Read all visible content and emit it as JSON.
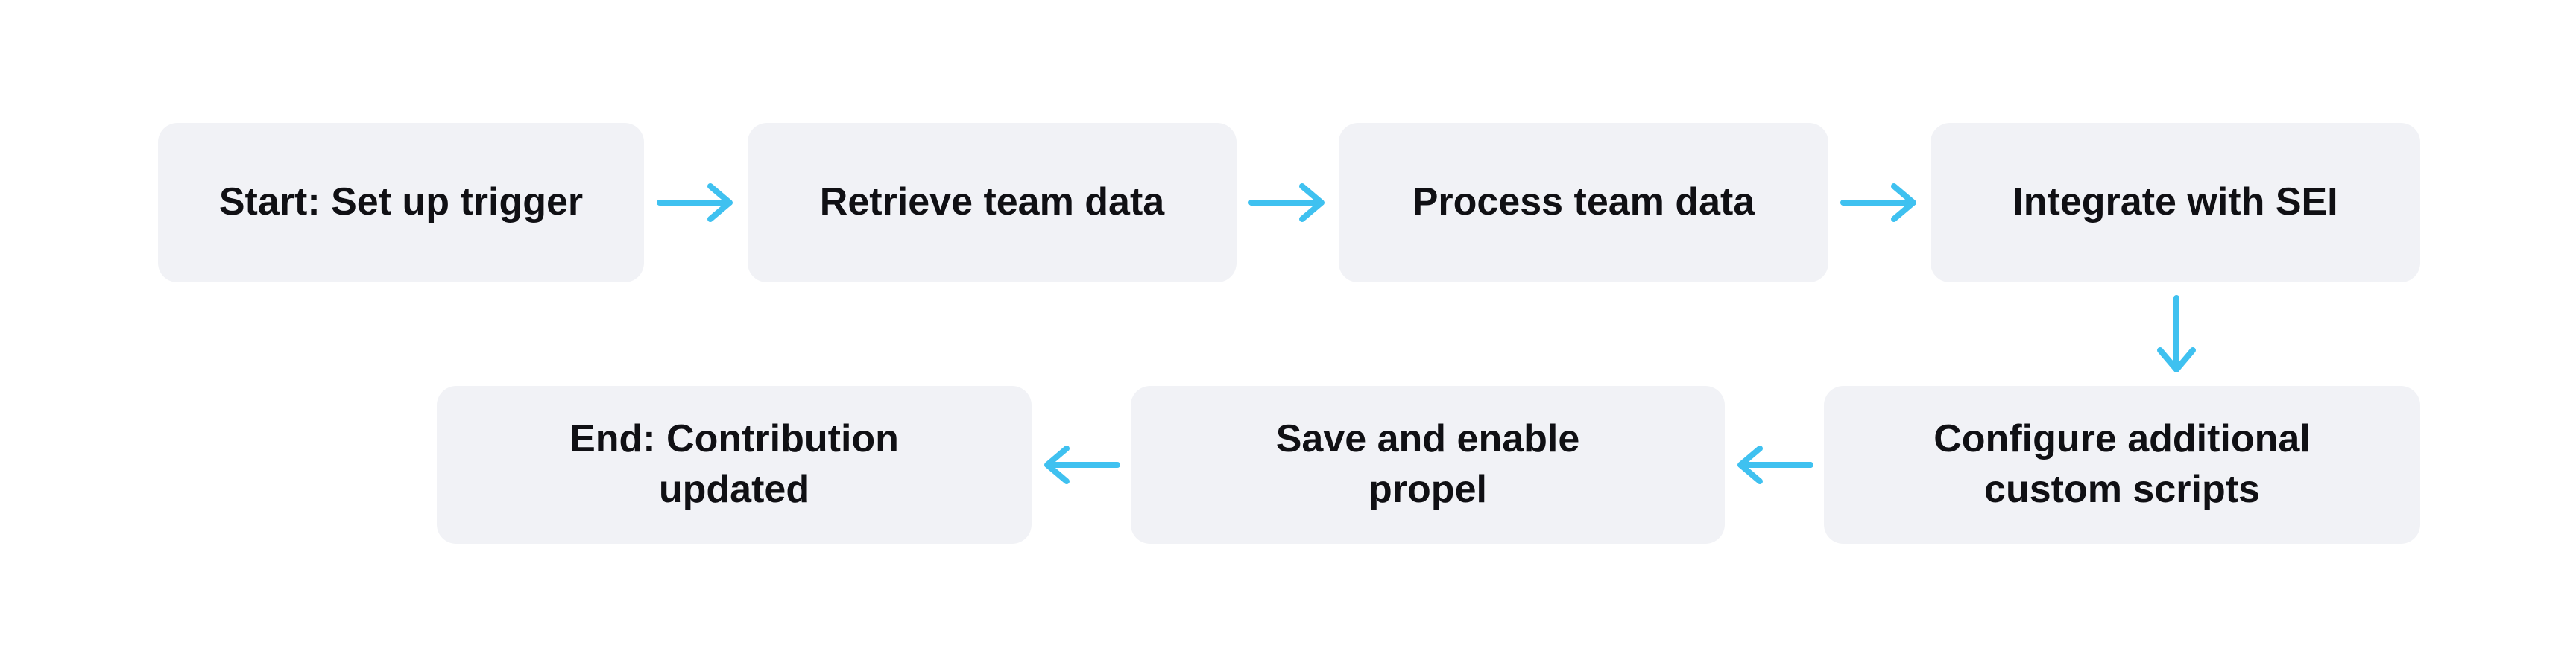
{
  "diagram": {
    "type": "flowchart",
    "colors": {
      "background": "#ffffff",
      "node_fill": "#f1f2f6",
      "arrow": "#3fc1f0",
      "text": "#101014"
    },
    "nodes": [
      {
        "id": "start",
        "label": "Start: Set up trigger"
      },
      {
        "id": "retrieve",
        "label": "Retrieve team data"
      },
      {
        "id": "process",
        "label": "Process team data"
      },
      {
        "id": "integrate",
        "label": "Integrate with SEI"
      },
      {
        "id": "configure",
        "label": "Configure additional custom scripts"
      },
      {
        "id": "save",
        "label": "Save and enable propel"
      },
      {
        "id": "end",
        "label": "End: Contribution updated"
      }
    ],
    "edges": [
      {
        "from": "start",
        "to": "retrieve",
        "direction": "right"
      },
      {
        "from": "retrieve",
        "to": "process",
        "direction": "right"
      },
      {
        "from": "process",
        "to": "integrate",
        "direction": "right"
      },
      {
        "from": "integrate",
        "to": "configure",
        "direction": "down"
      },
      {
        "from": "configure",
        "to": "save",
        "direction": "left"
      },
      {
        "from": "save",
        "to": "end",
        "direction": "left"
      }
    ]
  }
}
